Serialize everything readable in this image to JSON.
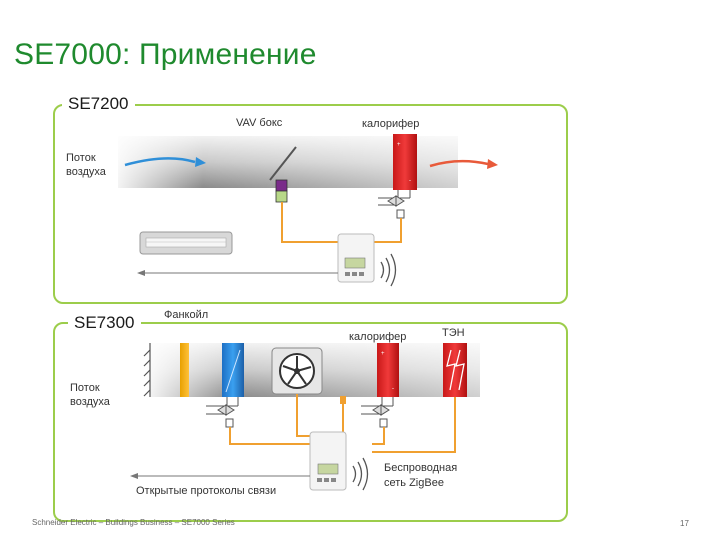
{
  "title": "SE7000: Применение",
  "se7200": {
    "label": "SE7200",
    "vav_label": "VAV бокс",
    "heater_label": "калорифер",
    "airflow_label_1": "Поток",
    "airflow_label_2": "воздуха"
  },
  "se7300": {
    "label": "SE7300",
    "fancoil_label": "Фанкойл",
    "heater_label": "калорифер",
    "ten_label": "ТЭН",
    "airflow_label_1": "Поток",
    "airflow_label_2": "воздуха",
    "wireless_label_1": "Беспроводная",
    "wireless_label_2": "сеть ZigBee",
    "protocols_label": "Открытые протоколы связи"
  },
  "footer": {
    "copyright": "Schneider Electric – Buildings Business – SE7000 Series",
    "page_number": "17"
  },
  "colors": {
    "frame": "#9ccd4b",
    "title": "#1f8a2e",
    "wire": "#f0a030",
    "air_in": "#2f8fd8",
    "air_out": "#e85a3a",
    "heater": "#e32a2a",
    "cooler": "#2a8fe0"
  }
}
